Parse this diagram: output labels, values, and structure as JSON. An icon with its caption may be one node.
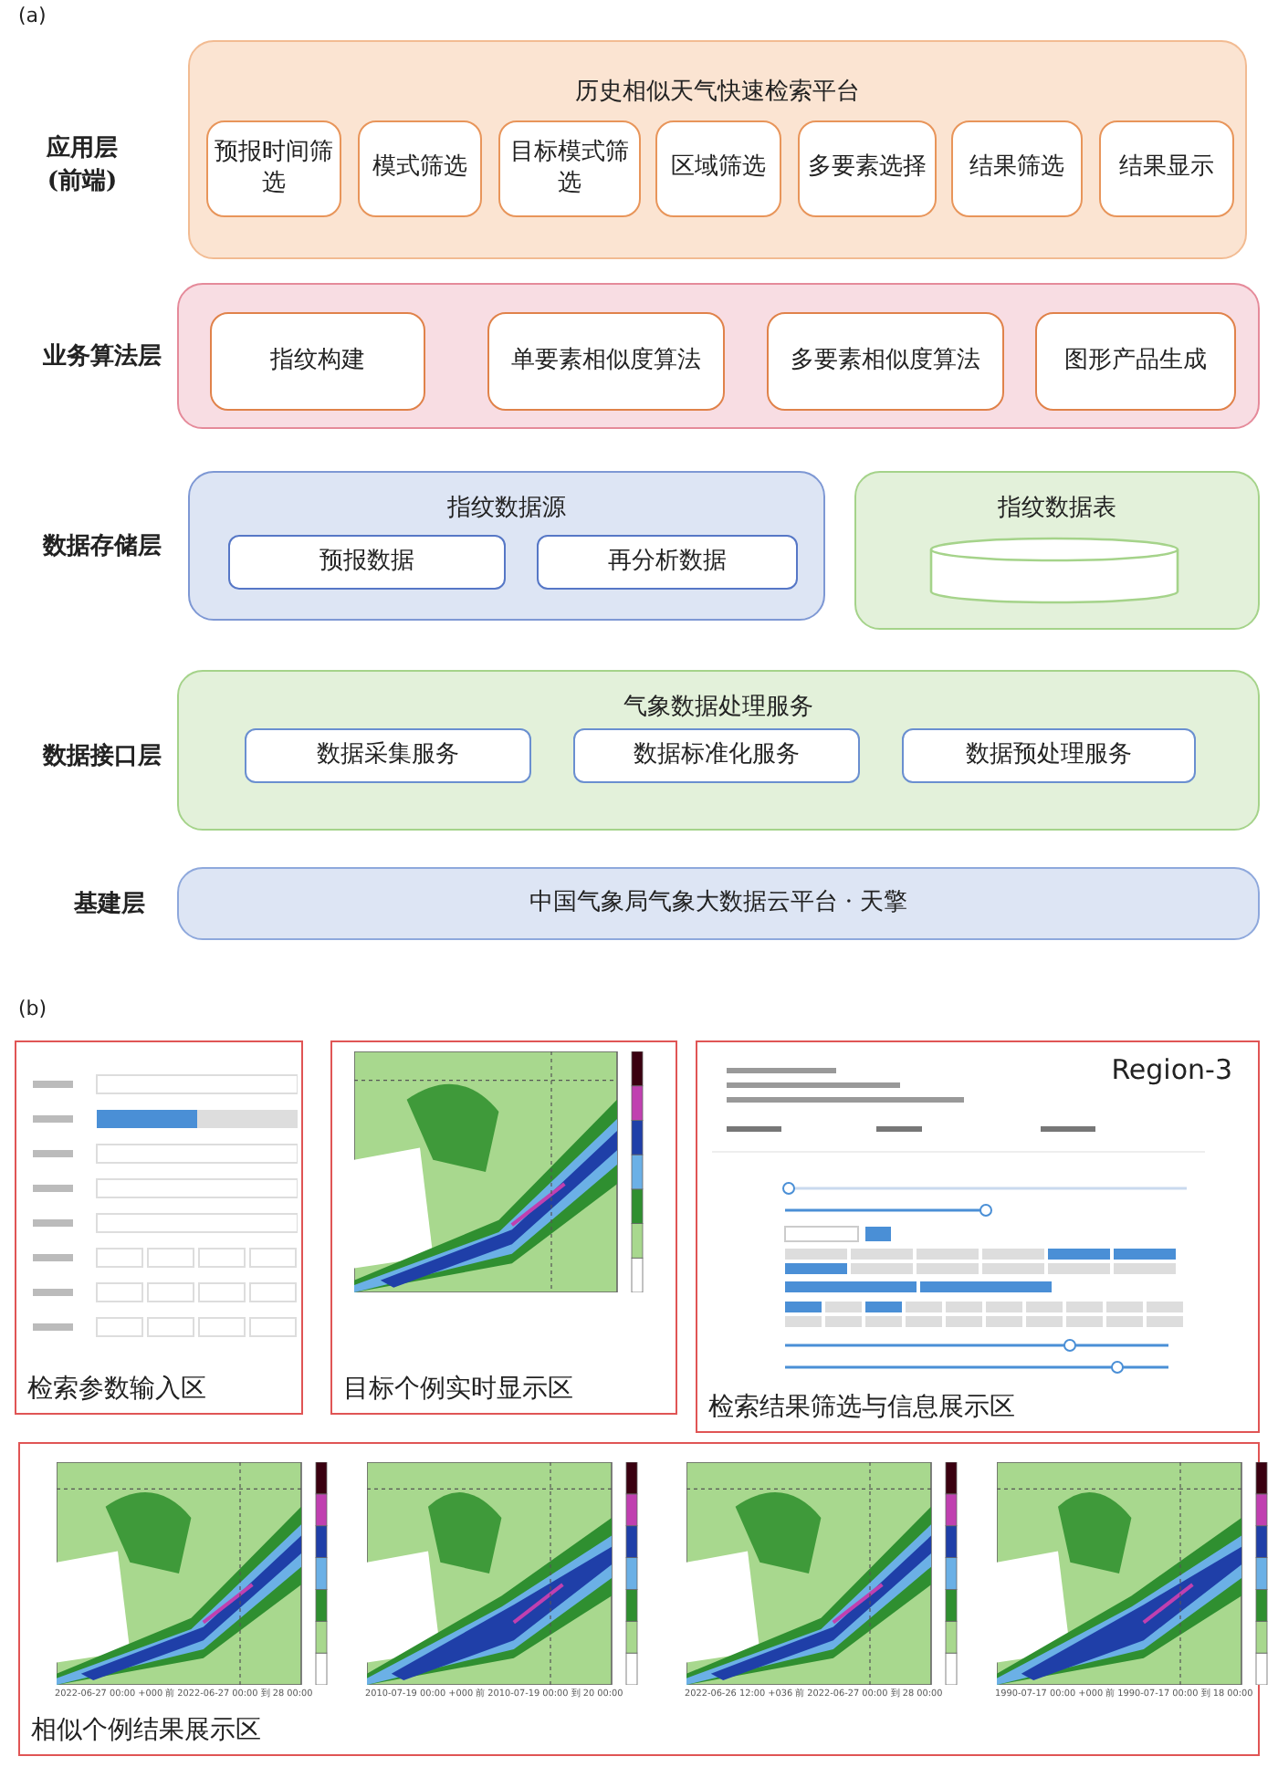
{
  "diagram": {
    "nodes": [
      {
        "text": [
          "历史相似天气快速检索平台"
        ],
        "beside": [
          "应用层 (前端)"
        ]
      },
      {
        "text": [
          "预报时间筛选"
        ],
        "in": 0
      },
      {
        "text": [
          "模式筛选"
        ],
        "in": 0
      },
      {
        "text": [
          "目标模式筛选"
        ],
        "in": 0
      },
      {
        "text": [
          "区域筛选"
        ],
        "in": 0
      },
      {
        "text": [
          "多要素选择"
        ],
        "in": 0
      },
      {
        "text": [
          "结果筛选"
        ],
        "in": 0
      },
      {
        "text": [
          "结果显示"
        ],
        "in": 0
      },
      {
        "text": [],
        "shape": "box",
        "beside": [
          "业务算法层"
        ]
      },
      {
        "text": [
          "指纹构建"
        ],
        "in": 8
      },
      {
        "text": [
          "单要素相似度算法"
        ],
        "in": 8
      },
      {
        "text": [
          "多要素相似度算法"
        ],
        "in": 8
      },
      {
        "text": [
          "图形产品生成"
        ],
        "in": 8
      },
      {
        "text": [
          "指纹数据源"
        ],
        "beside": [
          "数据存储层"
        ]
      },
      {
        "text": [
          "预报数据"
        ],
        "in": 13
      },
      {
        "text": [
          "再分析数据"
        ],
        "in": 13
      },
      {
        "text": [
          "指纹数据表"
        ]
      },
      {
        "text": [],
        "shape": "cylinder",
        "in": 16
      },
      {
        "text": [
          "气象数据处理服务"
        ],
        "beside": [
          "数据接口层"
        ]
      },
      {
        "text": [
          "数据采集服务"
        ],
        "in": 18
      },
      {
        "text": [
          "数据标准化服务"
        ],
        "in": 18
      },
      {
        "text": [
          "数据预处理服务"
        ],
        "in": 18
      },
      {
        "text": [
          "中国气象局气象大数据云平台 · 天擎"
        ],
        "beside": [
          "基建层"
        ]
      },
      {
        "text": [
          "检索参数输入区"
        ]
      },
      {
        "text": [
          "目标个例实时显示区"
        ]
      },
      {
        "text": [
          "Region-3",
          "检索结果筛选与信息展示区"
        ]
      },
      {
        "text": [
          "相似个例结果展示区"
        ]
      }
    ],
    "labels": [
      "(a)",
      "(b)",
      "2022-06-27 00:00 +000 前 2022-06-27 00:00 到 28 00:00",
      "2010-07-19 00:00 +000 前 2010-07-19 00:00 到 20 00:00",
      "2022-06-26 12:00 +036 前 2022-06-27 00:00 到 28 00:00",
      "1990-07-17 00:00 +000 前 1990-07-17 00:00 到 18 00:00"
    ]
  }
}
